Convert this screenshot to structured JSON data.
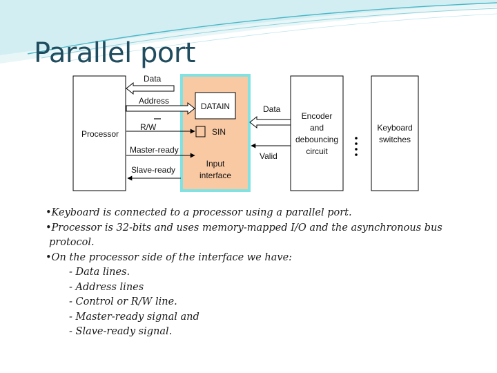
{
  "slide": {
    "title": "Parallel port",
    "colors": {
      "title": "#1f4c5e",
      "accent_band": "#4ab8c8",
      "interface_fill": "#f9c9a3",
      "interface_border": "#7fe3e3",
      "sin_fill": "#f9c9a3"
    }
  },
  "diagram": {
    "processor_label": "Processor",
    "lines": {
      "data": "Data",
      "address": "Address",
      "rw": "R/W",
      "master_ready": "Master-ready",
      "slave_ready": "Slave-ready"
    },
    "interface": {
      "datain": "DATAIN",
      "sin": "SIN",
      "label_line1": "Input",
      "label_line2": "interface"
    },
    "right_side": {
      "data": "Data",
      "valid": "Valid"
    },
    "encoder": {
      "line1": "Encoder",
      "line2": "and",
      "line3": "debouncing",
      "line4": "circuit"
    },
    "keyboard": {
      "line1": "Keyboard",
      "line2": "switches"
    }
  },
  "bullets": [
    {
      "text": "•Keyboard is connected to a processor using a parallel port.",
      "level": 0
    },
    {
      "text": "•Processor is 32-bits and uses memory-mapped I/O and the asynchronous bus",
      "level": 0
    },
    {
      "text": "protocol.",
      "level": 0.5
    },
    {
      "text": "•On the processor side of the interface we have:",
      "level": 0
    },
    {
      "text": "- Data lines.",
      "level": 1
    },
    {
      "text": "- Address lines",
      "level": 1
    },
    {
      "text": "- Control or R/W line.",
      "level": 1
    },
    {
      "text": "- Master-ready signal and",
      "level": 1
    },
    {
      "text": "- Slave-ready signal.",
      "level": 1
    }
  ]
}
